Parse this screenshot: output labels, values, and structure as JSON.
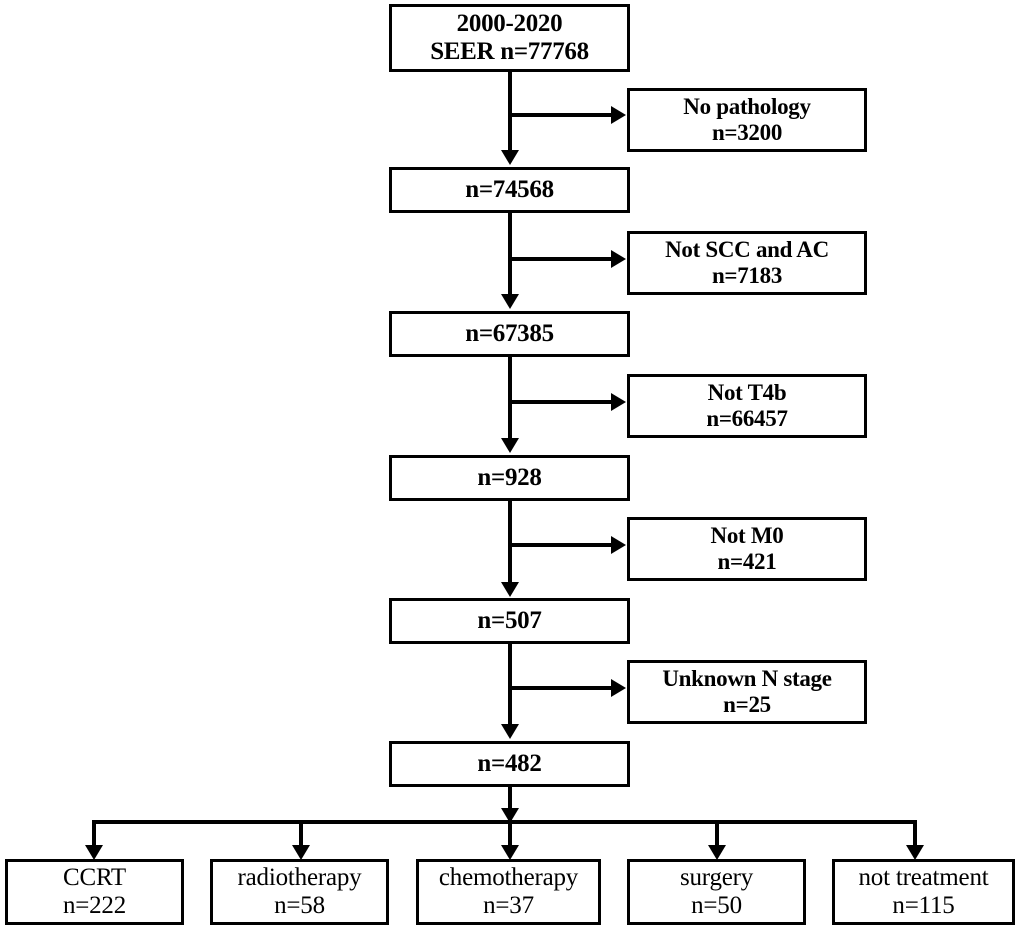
{
  "figure": {
    "type": "flowchart",
    "subject": "SEER cohort selection flow diagram",
    "colors": {
      "background": "#ffffff",
      "line": "#000000",
      "text": "#000000",
      "box_border": "#000000"
    }
  },
  "main_boxes": [
    {
      "id": "source",
      "line1": "2000-2020",
      "line2": "SEER n=77768"
    },
    {
      "id": "after_path",
      "line1": "n=74568",
      "line2": ""
    },
    {
      "id": "after_hist",
      "line1": "n=67385",
      "line2": ""
    },
    {
      "id": "after_t4b",
      "line1": "n=928",
      "line2": ""
    },
    {
      "id": "after_m0",
      "line1": "n=507",
      "line2": ""
    },
    {
      "id": "after_n",
      "line1": "n=482",
      "line2": ""
    }
  ],
  "exclusion_boxes": [
    {
      "id": "no_pathology",
      "reason": "No pathology",
      "count": "n=3200"
    },
    {
      "id": "not_scc_ac",
      "reason": "Not SCC and AC",
      "count": "n=7183"
    },
    {
      "id": "not_t4b",
      "reason": "Not T4b",
      "count": "n=66457"
    },
    {
      "id": "not_m0",
      "reason": "Not M0",
      "count": "n=421"
    },
    {
      "id": "unknown_n_stage",
      "reason": "Unknown N stage",
      "count": "n=25"
    }
  ],
  "outcome_boxes": [
    {
      "id": "ccrt",
      "label": "CCRT",
      "count": "n=222"
    },
    {
      "id": "radiotherapy",
      "label": "radiotherapy",
      "count": "n=58"
    },
    {
      "id": "chemotherapy",
      "label": "chemotherapy",
      "count": "n=37"
    },
    {
      "id": "surgery",
      "label": "surgery",
      "count": "n=50"
    },
    {
      "id": "not_treatment",
      "label": "not treatment",
      "count": "n=115"
    }
  ]
}
